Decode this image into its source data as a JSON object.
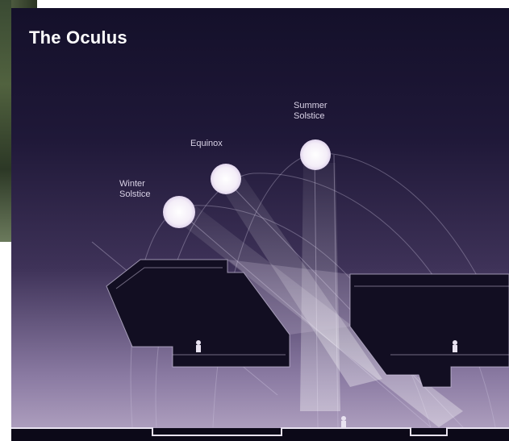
{
  "title": "The Oculus",
  "suns": [
    {
      "label": "Winter\nSolstice"
    },
    {
      "label": "Equinox"
    },
    {
      "label": "Summer\nSolstice"
    }
  ],
  "colors": {
    "panel_top": "#14102a",
    "panel_bottom": "#b5a6c4",
    "sun": "#f4eef8",
    "structure": "#120e22",
    "linework": "#cfc6e0",
    "title": "#ffffff"
  }
}
